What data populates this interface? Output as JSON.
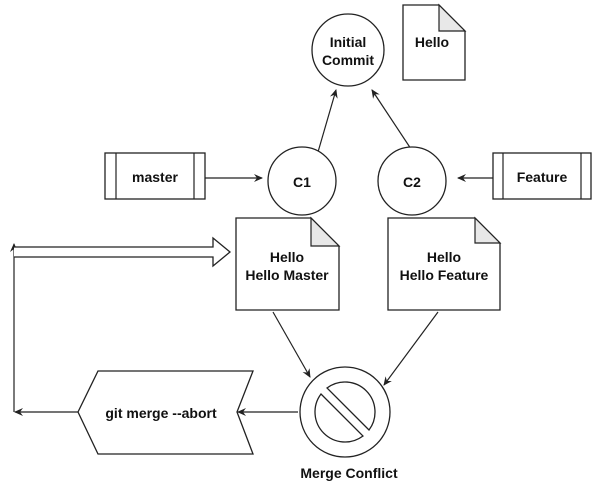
{
  "diagram": {
    "nodes": {
      "initial_commit": {
        "line1": "Initial",
        "line2": "Commit"
      },
      "hello_doc": {
        "text": "Hello"
      },
      "c1": {
        "text": "C1"
      },
      "c2": {
        "text": "C2"
      },
      "master": {
        "text": "master"
      },
      "feature": {
        "text": "Feature"
      },
      "master_doc": {
        "line1": "Hello",
        "line2": "Hello Master"
      },
      "feature_doc": {
        "line1": "Hello",
        "line2": "Hello Feature"
      },
      "abort": {
        "text": "git merge --abort"
      },
      "conflict_label": {
        "text": "Merge Conflict"
      }
    },
    "edges": [
      {
        "from": "c1",
        "to": "initial_commit"
      },
      {
        "from": "c2",
        "to": "initial_commit"
      },
      {
        "from": "master",
        "to": "c1"
      },
      {
        "from": "feature",
        "to": "c2"
      },
      {
        "from": "master_doc",
        "to": "merge_conflict"
      },
      {
        "from": "feature_doc",
        "to": "merge_conflict"
      },
      {
        "from": "merge_conflict",
        "to": "abort"
      },
      {
        "from": "abort",
        "to": "master_doc",
        "style": "loop-back"
      }
    ],
    "colors": {
      "stroke": "#222222",
      "fill": "#ffffff",
      "fold": "#e8e8e8"
    }
  }
}
